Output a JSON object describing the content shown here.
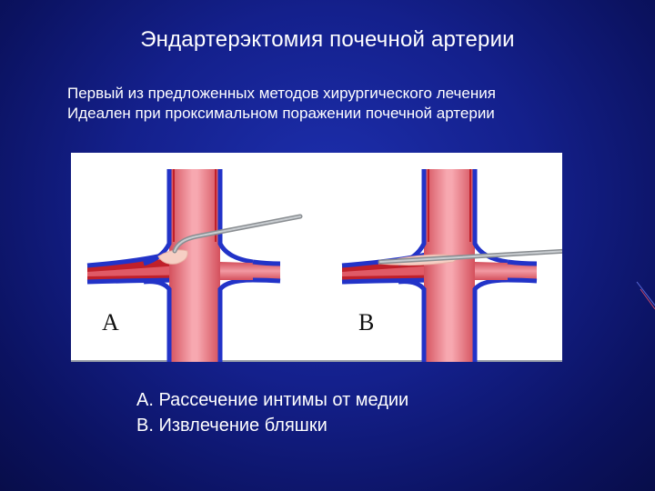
{
  "slide": {
    "title": "Эндартерэктомия почечной артерии",
    "subtitle_line1": "Первый из предложенных методов хирургического лечения",
    "subtitle_line2": "Идеален при проксимальном поражении почечной артерии",
    "caption_line1": "А. Рассечение интимы от медии",
    "caption_line2": "В. Извлечение бляшки"
  },
  "figure": {
    "panels": [
      {
        "letter": "А"
      },
      {
        "letter": "В"
      }
    ],
    "colors": {
      "vessel_inner": "#e8707a",
      "vessel_core": "#f4a4ac",
      "wall_blue": "#2233c8",
      "wall_red": "#c0202a",
      "plaque": "#f6cfc4",
      "instrument": "#a0a4a8"
    }
  }
}
